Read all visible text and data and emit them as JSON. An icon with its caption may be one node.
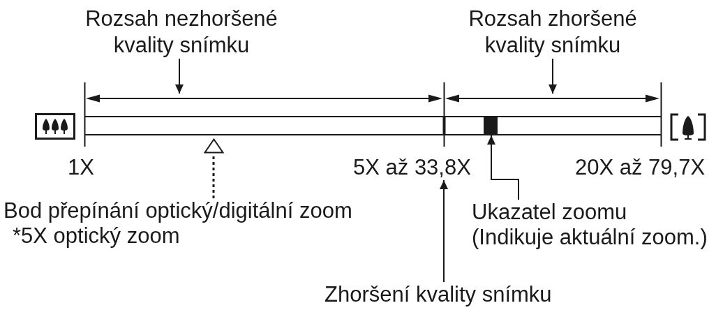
{
  "diagram": {
    "nodes": [
      {
        "text": [
          "Rozsah nezhoršené kvality snímku"
        ]
      },
      {
        "text": [
          "Rozsah zhoršené kvality snímku"
        ]
      },
      {
        "text": [],
        "shape": "line"
      },
      {
        "text": [],
        "shape": "line"
      },
      {
        "text": [],
        "shape": "bar"
      },
      {
        "text": [],
        "shape": "box",
        "in": 4
      },
      {
        "text": [],
        "shape": "triangle"
      },
      {
        "text": [
          "5X až 33,8X"
        ]
      },
      {
        "text": [
          "Bod přepínání optický/digitální zoom",
          "*5X optický zoom"
        ]
      },
      {
        "text": [
          "Ukazatel zoomu",
          "(Indikuje aktuální zoom.)"
        ]
      },
      {
        "text": [
          "Zhoršení kvality snímku"
        ]
      }
    ],
    "edges": [
      {
        "from": 0,
        "to": 2,
        "arrow": "to"
      },
      {
        "from": 1,
        "to": 3,
        "arrow": "to"
      },
      {
        "from": 8,
        "to": 6,
        "arrow": "none",
        "style": "dashed"
      },
      {
        "from": 9,
        "to": 5,
        "arrow": "to"
      },
      {
        "from": 10,
        "to": 7,
        "arrow": "to"
      }
    ],
    "labels": [
      "1X",
      "20X až 79,7X"
    ]
  }
}
